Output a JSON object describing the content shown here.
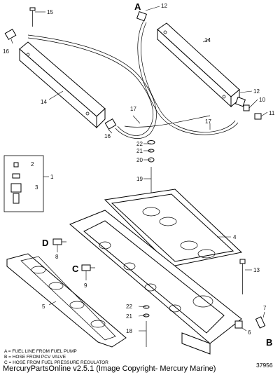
{
  "callouts": {
    "c1": "1",
    "c2": "2",
    "c3": "3",
    "c4": "4",
    "c5": "5",
    "c6": "6",
    "c7": "7",
    "c8": "8",
    "c9": "9",
    "c10": "10",
    "c11": "11",
    "c12a": "12",
    "c12b": "12",
    "c13": "13",
    "c14a": "14",
    "c14b": "14",
    "c15": "15",
    "c16a": "16",
    "c16b": "16",
    "c17a": "17",
    "c17b": "17",
    "c18": "18",
    "c19": "19",
    "c20": "20",
    "c21a": "21",
    "c21b": "21",
    "c22a": "22",
    "c22b": "22"
  },
  "letters": {
    "A": "A",
    "B": "B",
    "C": "C",
    "D": "D"
  },
  "legend": {
    "line_a": "A = FUEL LINE FROM FUEL PUMP",
    "line_b": "B = HOSE FROM PCV VALVE",
    "line_c": "C = HOSE FROM FUEL PRESSURE REGULATOR"
  },
  "footer": "MercuryPartsOnline v2.5.1 (Image Copyright- Mercury Marine)",
  "reference_number": "37956"
}
